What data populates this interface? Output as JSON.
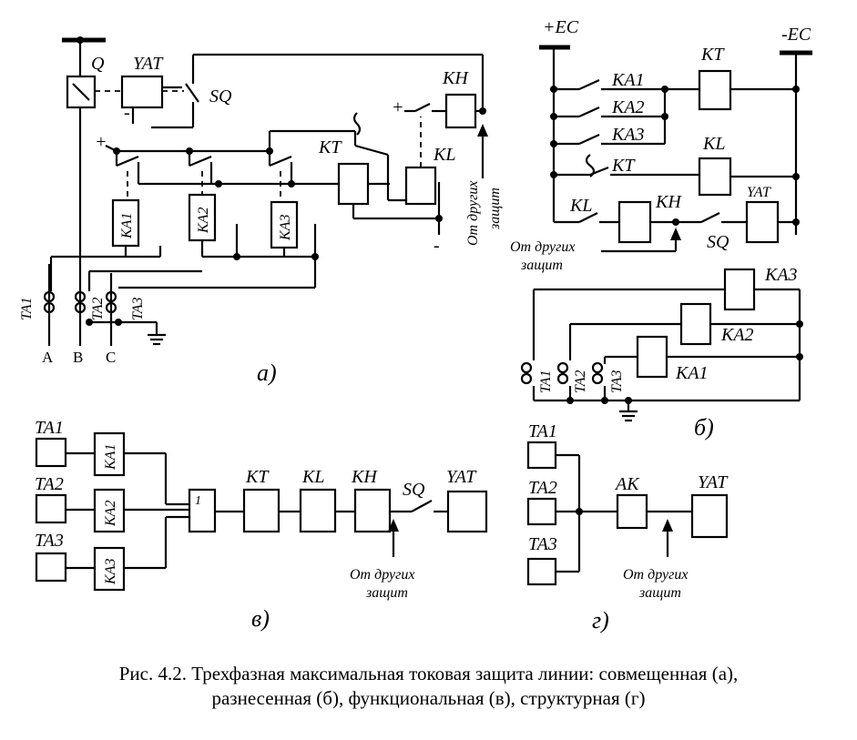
{
  "labels": {
    "Q": "Q",
    "YAT": "YAT",
    "SQ": "SQ",
    "KH": "KH",
    "KT": "KT",
    "KL": "KL",
    "KA1": "KA1",
    "KA2": "KA2",
    "KA3": "KA3",
    "TA1": "TA1",
    "TA2": "TA2",
    "TA3": "TA3",
    "AK": "AK",
    "logic_or": "1",
    "plus": "+",
    "minus": "-",
    "plus_ec": "+EC",
    "minus_ec": "-EC",
    "phase_a": "A",
    "phase_b": "B",
    "phase_c": "C",
    "from_other_line1": "От других",
    "from_other_line2": "защит",
    "from_other_vertical1": "От других",
    "from_other_vertical2": "защит"
  },
  "subfigures": {
    "a": "а)",
    "b": "б)",
    "v": "в)",
    "g": "г)"
  },
  "caption": {
    "line1": "Рис. 4.2. Трехфазная максимальная токовая защита линии: совмещенная (а),",
    "line2": "разнесенная (б), функциональная (в), структурная (г)"
  }
}
